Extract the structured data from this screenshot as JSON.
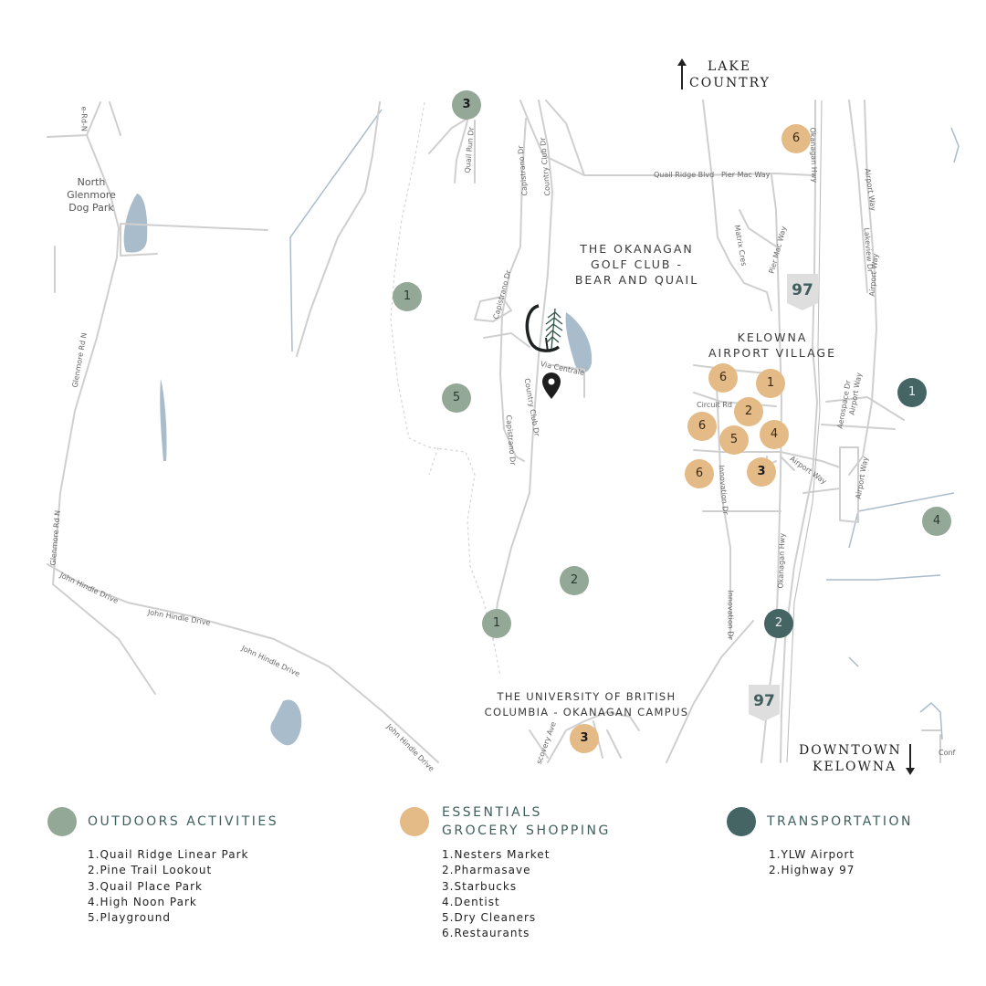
{
  "map": {
    "directions": {
      "north": {
        "line1": "LAKE",
        "line2": "COUNTRY"
      },
      "south": {
        "line1": "DOWNTOWN",
        "line2": "KELOWNA"
      }
    },
    "place_labels": {
      "golf_club": [
        "THE OKANAGAN",
        "GOLF CLUB -",
        "BEAR AND QUAIL"
      ],
      "airport_village": [
        "KELOWNA",
        "AIRPORT VILLAGE"
      ],
      "ubc": [
        "THE UNIVERSITY OF BRITISH",
        "COLUMBIA - OKANAGAN CAMPUS"
      ],
      "dog_park": [
        "North",
        "Glenmore",
        "Dog Park"
      ]
    },
    "highway_shield": "97",
    "streets": {
      "e_rd_n": "e-Rd-N",
      "glenmore_rd_n": "Glenmore Rd N",
      "john_hindle_drive": "John Hindle Drive",
      "quail_run_dr": "Quail Run Dr",
      "capistrano_dr": "Capistrano Dr",
      "country_club_dr": "Country Club Dr",
      "quail_ridge_blvd": "Quail Ridge Blvd",
      "pier_mac_way": "Pier Mac Way",
      "okanagan_hwy": "Okanagan Hwy",
      "matrix_cres": "Matrix Cres",
      "airport_way": "Airport Way",
      "lakeview_dr": "Lakeview Dr",
      "via_centrale": "Via Centrale",
      "circuit_rd": "Circuit Rd",
      "innovation_dr": "Innovation Dr",
      "aerospace_dr": "Aerospace Dr",
      "discovery_ave": "scovery Ave",
      "conf": "Conf"
    },
    "markers": {
      "outdoors": [
        {
          "id": "out-3",
          "label": "3",
          "bold": true
        },
        {
          "id": "out-1a",
          "label": "1"
        },
        {
          "id": "out-5",
          "label": "5"
        },
        {
          "id": "out-2",
          "label": "2"
        },
        {
          "id": "out-1b",
          "label": "1"
        },
        {
          "id": "out-4",
          "label": "4"
        }
      ],
      "essentials": [
        {
          "id": "ess-6a",
          "label": "6"
        },
        {
          "id": "ess-6b",
          "label": "6"
        },
        {
          "id": "ess-1",
          "label": "1"
        },
        {
          "id": "ess-2",
          "label": "2"
        },
        {
          "id": "ess-6c",
          "label": "6"
        },
        {
          "id": "ess-4",
          "label": "4"
        },
        {
          "id": "ess-5",
          "label": "5"
        },
        {
          "id": "ess-6d",
          "label": "6"
        },
        {
          "id": "ess-3a",
          "label": "3",
          "bold": true
        },
        {
          "id": "ess-3b",
          "label": "3",
          "bold": true
        }
      ],
      "transportation": [
        {
          "id": "trn-1",
          "label": "1"
        },
        {
          "id": "trn-2",
          "label": "2"
        }
      ]
    }
  },
  "legend": {
    "outdoors": {
      "title": "OUTDOORS ACTIVITIES",
      "color": "#94a898",
      "items": [
        "1.Quail Ridge Linear Park",
        "2.Pine Trail Lookout",
        "3.Quail Place Park",
        "4.High Noon Park",
        "5.Playground"
      ]
    },
    "essentials": {
      "title_line1": "ESSENTIALS",
      "title_line2": "GROCERY SHOPPING",
      "color": "#e4bb86",
      "items": [
        "1.Nesters Market",
        "2.Pharmasave",
        "3.Starbucks",
        "4.Dentist",
        "5.Dry Cleaners",
        "6.Restaurants"
      ]
    },
    "transportation": {
      "title": "TRANSPORTATION",
      "color": "#456565",
      "items": [
        "1.YLW Airport",
        "2.Highway 97"
      ]
    }
  }
}
